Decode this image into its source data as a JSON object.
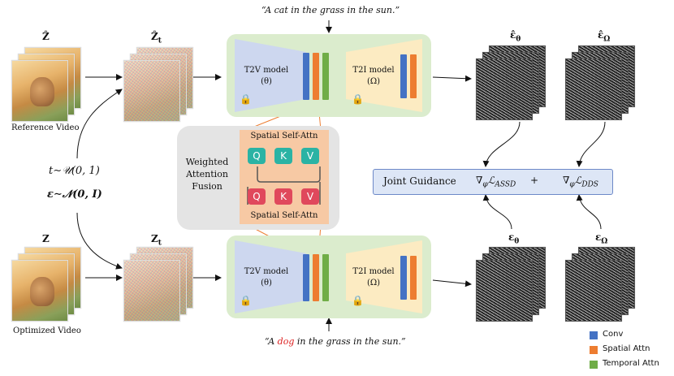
{
  "prompts": {
    "top": "“A cat in the grass in the sun.”",
    "bottom_pre": "“A ",
    "bottom_highlight": "dog",
    "bottom_post": " in the grass in the sun.”"
  },
  "labels": {
    "z_hat": "Ẑ",
    "z_hat_t_main": "Ẑ",
    "z_hat_t_sub": "t",
    "z": "Z",
    "z_t_main": "Z",
    "z_t_sub": "t",
    "eps_hat_theta_main": "ε̂",
    "eps_hat_theta_sub": "θ",
    "eps_hat_omega_main": "ε̂",
    "eps_hat_omega_sub": "Ω",
    "eps_theta_main": "ε",
    "eps_theta_sub": "θ",
    "eps_omega_main": "ε",
    "eps_omega_sub": "Ω"
  },
  "captions": {
    "reference_video": "Reference Video",
    "optimized_video": "Optimized Video"
  },
  "sampling": {
    "t_line": "t∼𝒰(0, 1)",
    "eps_line": "ε∼𝒩(0, I)"
  },
  "models": {
    "t2v_name": "T2V model",
    "t2v_param": "(θ)",
    "t2i_name": "T2I model",
    "t2i_param": "(Ω)"
  },
  "fusion": {
    "label_line1": "Weighted",
    "label_line2": "Attention",
    "label_line3": "Fusion",
    "attn_title_top": "Spatial Self-Attn",
    "attn_title_bottom": "Spatial Self-Attn",
    "tokens": [
      "Q",
      "K",
      "V"
    ]
  },
  "joint": {
    "title": "Joint Guidance",
    "term1": "∇",
    "term1_sub": "φ",
    "term1_L": "ℒ",
    "term1_Lsub": "ASSD",
    "plus": "+",
    "term2": "∇",
    "term2_sub": "φ",
    "term2_L": "ℒ",
    "term2_Lsub": "DDS"
  },
  "legend": [
    {
      "label": "Conv",
      "color": "#4472c4"
    },
    {
      "label": "Spatial Attn",
      "color": "#ed7d31"
    },
    {
      "label": "Temporal Attn",
      "color": "#70ad47"
    }
  ],
  "colors": {
    "green_panel": "#dbeccd",
    "t2v_trap": "#cdd7ef",
    "t2i_trap": "#fcebc2",
    "fusion_panel": "#e4e4e4",
    "attn_box": "#f7c9a4",
    "joint_box": "#dde6f6"
  }
}
